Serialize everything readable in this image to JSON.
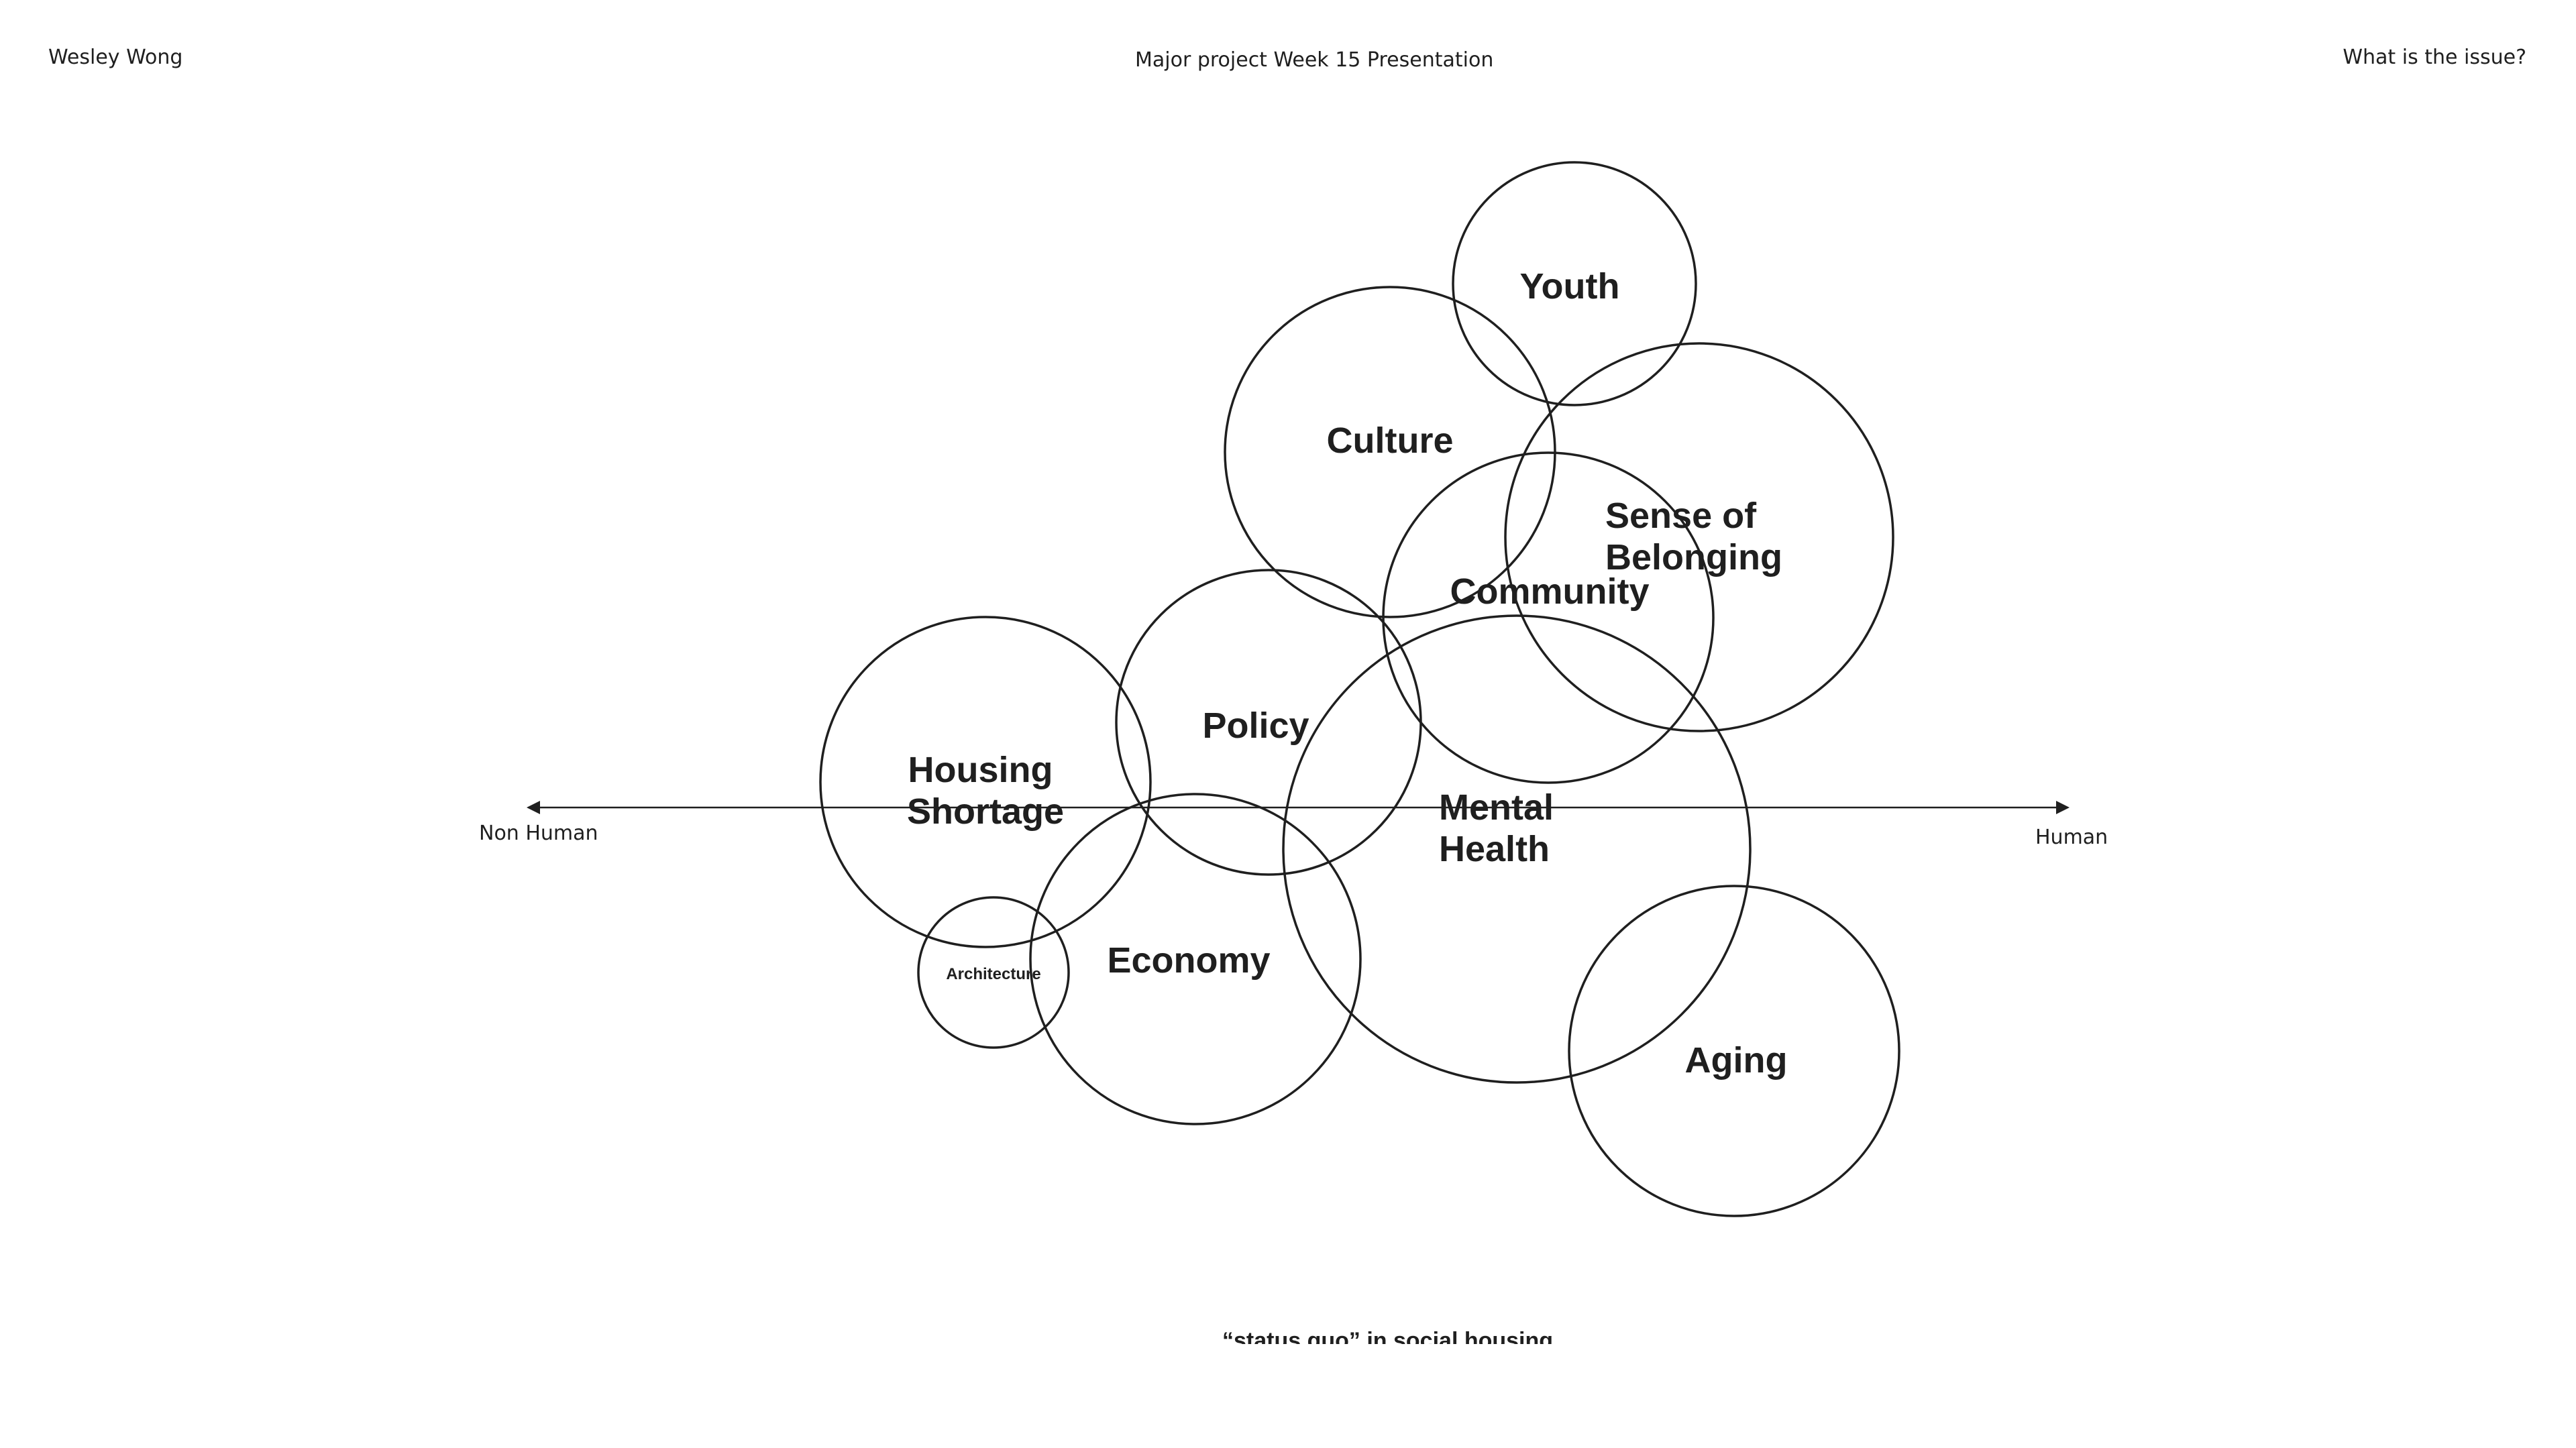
{
  "header": {
    "author": "Wesley Wong",
    "title": "Major project Week 15 Presentation",
    "question": "What is the issue?"
  },
  "axis": {
    "left_label": "Non Human",
    "right_label": "Human"
  },
  "topics": {
    "youth": [
      "Youth"
    ],
    "culture": [
      "Culture"
    ],
    "sense_of_belonging": [
      "Sense of",
      "Belonging"
    ],
    "community": [
      "Community"
    ],
    "policy": [
      "Policy"
    ],
    "housing_shortage": [
      "Housing",
      "Shortage"
    ],
    "mental_health": [
      "Mental",
      "Health"
    ],
    "economy": [
      "Economy"
    ],
    "architecture": [
      "Architecture"
    ],
    "aging": [
      "Aging"
    ]
  },
  "footer": {
    "text": "“status quo” in social housing"
  }
}
